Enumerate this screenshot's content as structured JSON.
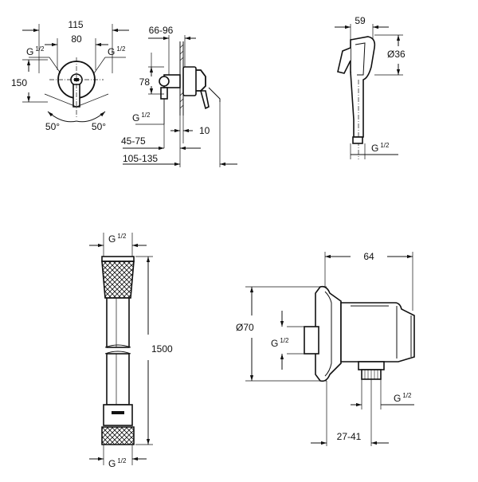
{
  "view_front": {
    "dim_width_outer": "115",
    "dim_width_inner": "80",
    "thread_left": "G",
    "thread_left_frac": "1/2",
    "thread_right": "G",
    "thread_right_frac": "1/2",
    "dim_height": "150",
    "angle_left": "50°",
    "angle_right": "50°"
  },
  "view_side": {
    "dim_depth": "66-96",
    "dim_height": "78",
    "thread": "G",
    "thread_frac": "1/2",
    "dim_wall": "10",
    "dim_offset": "45-75",
    "dim_total": "105-135"
  },
  "view_hand_shower": {
    "dim_length": "59",
    "dim_diameter": "Ø36",
    "thread": "G",
    "thread_frac": "1/2"
  },
  "view_hose": {
    "thread_top": "G",
    "thread_top_frac": "1/2",
    "dim_length": "1500",
    "thread_bottom": "G",
    "thread_bottom_frac": "1/2"
  },
  "view_holder": {
    "dim_length": "64",
    "dim_diameter": "Ø70",
    "thread_left": "G",
    "thread_left_frac": "1/2",
    "thread_right": "G",
    "thread_right_frac": "1/2",
    "dim_offset": "27-41"
  }
}
